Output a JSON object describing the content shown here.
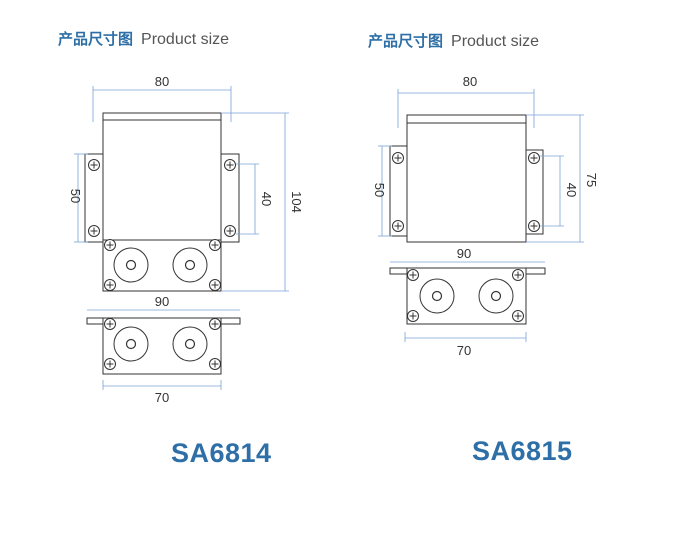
{
  "headings": [
    {
      "zh": "产品尺寸图",
      "en": "Product size"
    },
    {
      "zh": "产品尺寸图",
      "en": "Product size"
    }
  ],
  "models": {
    "left": "SA6814",
    "right": "SA6815"
  },
  "dims_left": {
    "width_top": "80",
    "height_flange": "50",
    "height_inner": "40",
    "height_total": "104",
    "width_flange": "90",
    "width_base": "70"
  },
  "dims_right": {
    "width_top": "80",
    "height_flange": "50",
    "height_inner": "40",
    "height_total": "75",
    "width_flange": "90",
    "width_base": "70"
  },
  "colors": {
    "heading_blue": "#2e6fa7",
    "dimension_line": "#7aa2d6",
    "outline": "#333333"
  }
}
